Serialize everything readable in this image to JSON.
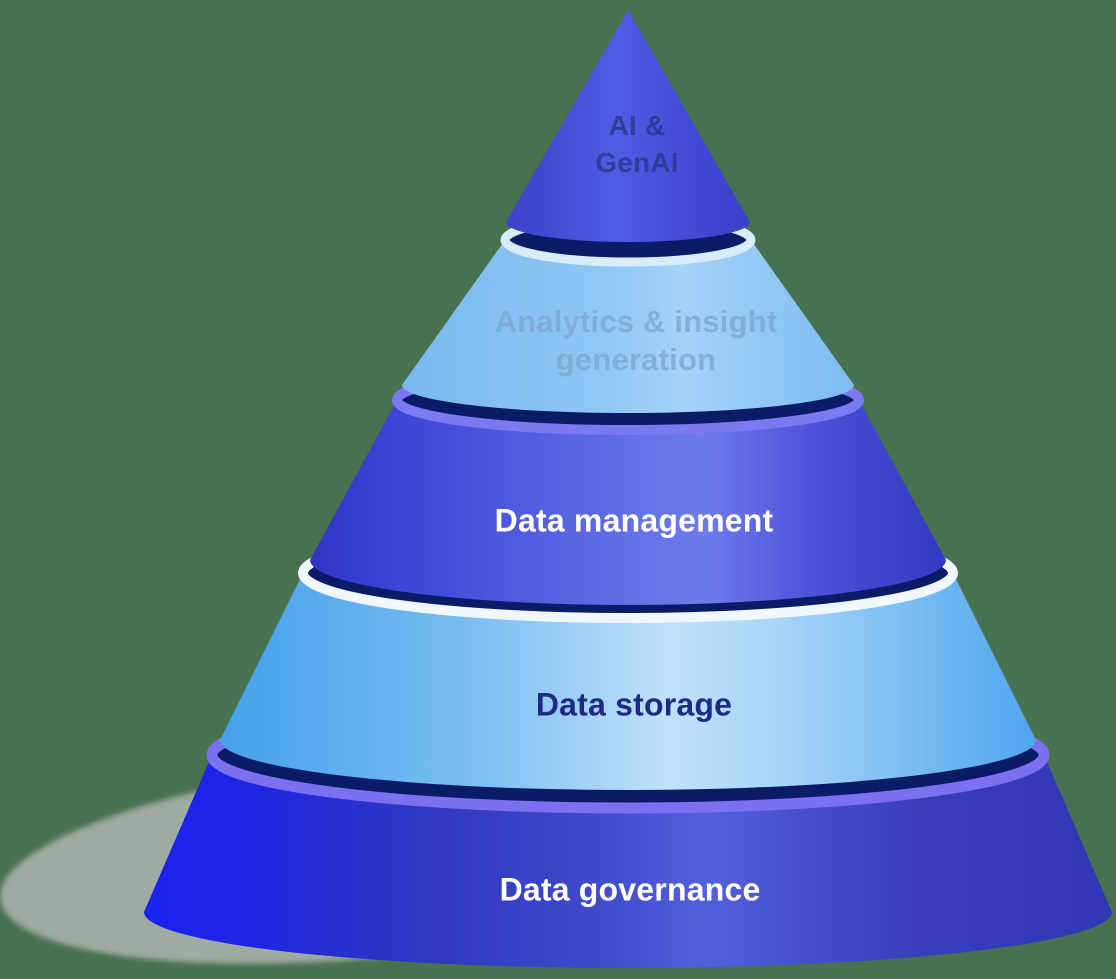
{
  "diagram": {
    "title": "data-capability-pyramid",
    "background_color": "#47714F",
    "shadow_color": "#A7AFAA",
    "colors": {
      "ellipse_top": "#0A1C68",
      "cone_blue": "#4C5AE2",
      "analytics_blue": "#8FC7F4",
      "management_blue": "#5B68E2",
      "storage_blue": "#7FC0F2",
      "governance_blue": "#2E36BC"
    },
    "layers": [
      {
        "id": "ai-genai",
        "lines": [
          "AI &",
          "GenAI"
        ],
        "text_color": "#2A388F",
        "body_color": "#4C5AE2",
        "rim_color": ""
      },
      {
        "id": "analytics-insight-generation",
        "lines": [
          "Analytics & insight",
          "generation"
        ],
        "text_color": "#7CAAD4",
        "body_color": "#8FC7F4",
        "rim_color": "#D8ECFB"
      },
      {
        "id": "data-management",
        "lines": [
          "Data management"
        ],
        "text_color": "#FFFFFF",
        "body_color": "#5B68E2",
        "rim_color": "#7C78F2"
      },
      {
        "id": "data-storage",
        "lines": [
          "Data storage"
        ],
        "text_color": "#1D2B87",
        "body_color": "#7FC0F2",
        "rim_color": "#F0F7FE"
      },
      {
        "id": "data-governance",
        "lines": [
          "Data governance"
        ],
        "text_color": "#FFFFFF",
        "body_color": "#2E36BC",
        "rim_color": "#7A70F0"
      }
    ]
  }
}
